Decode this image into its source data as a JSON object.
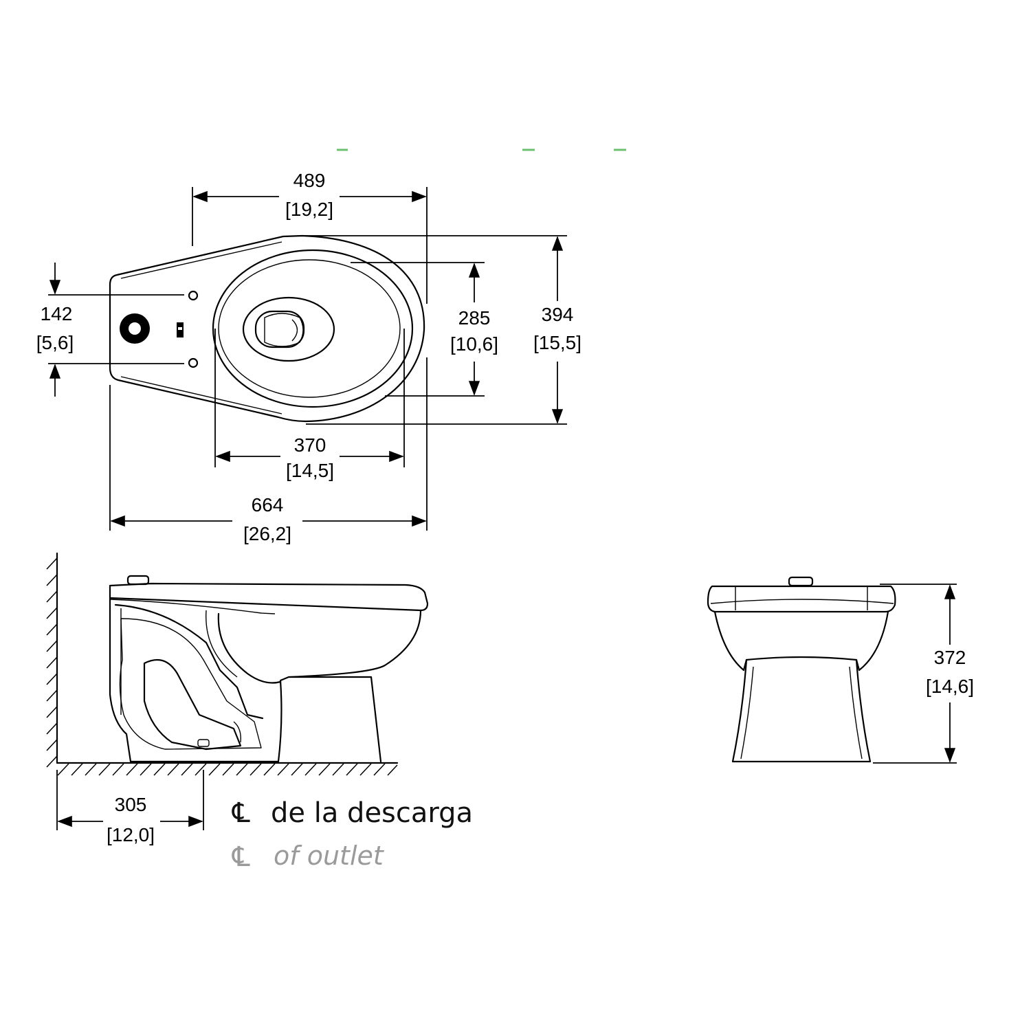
{
  "top_view": {
    "dim_width_tank_to_front": {
      "mm": "489",
      "in": "[19,2]"
    },
    "dim_overall_length": {
      "mm": "664",
      "in": "[26,2]"
    },
    "dim_bowl_opening_width": {
      "mm": "370",
      "in": "[14,5]"
    },
    "dim_bowl_opening_depth": {
      "mm": "285",
      "in": "[10,6]"
    },
    "dim_overall_width": {
      "mm": "394",
      "in": "[15,5]"
    },
    "dim_bolt_holes": {
      "mm": "142",
      "in": "[5,6]"
    }
  },
  "side_view": {
    "dim_rough_in": {
      "mm": "305",
      "in": "[12,0]"
    }
  },
  "front_view": {
    "dim_height": {
      "mm": "372",
      "in": "[14,6]"
    }
  },
  "legend": {
    "symbol": "℄",
    "spanish": "de la descarga",
    "english": "of outlet"
  }
}
